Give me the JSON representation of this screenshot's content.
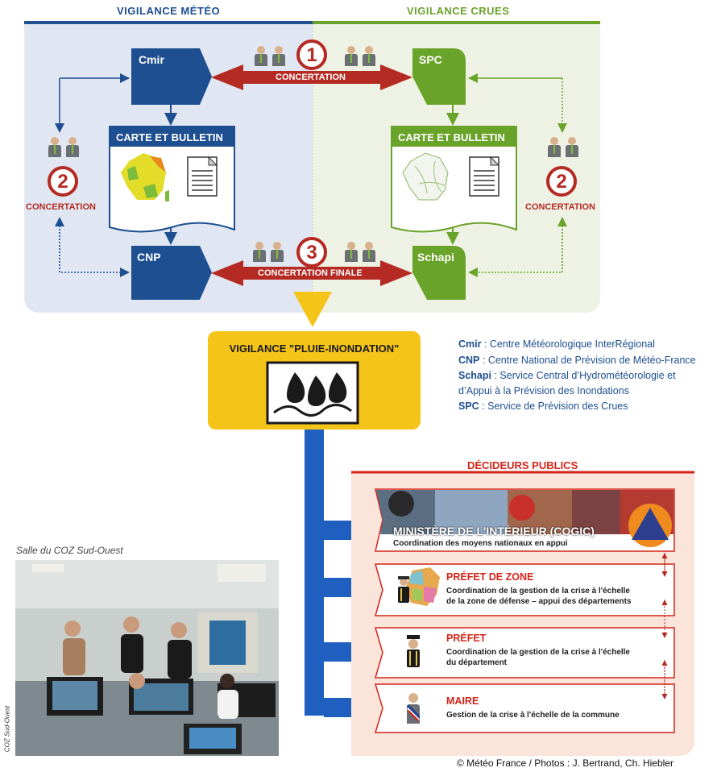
{
  "sections": {
    "meteo_title": "VIGILANCE MÉTÉO",
    "crues_title": "VIGILANCE CRUES"
  },
  "nodes": {
    "cmir": "Cmir",
    "spc": "SPC",
    "cnp": "CNP",
    "schapi": "Schapi"
  },
  "documents": {
    "meteo_card": "CARTE ET BULLETIN",
    "crues_card": "CARTE ET BULLETIN"
  },
  "steps": {
    "step1_number": "1",
    "step1_label": "CONCERTATION",
    "step2_left_number": "2",
    "step2_left_label": "CONCERTATION",
    "step2_right_number": "2",
    "step2_right_label": "CONCERTATION",
    "step3_number": "3",
    "step3_label": "CONCERTATION FINALE"
  },
  "vigilance_box": {
    "title": "VIGILANCE \"PLUIE-INONDATION\""
  },
  "legend": [
    {
      "abbr": "Cmir",
      "sep": " : ",
      "text": "Centre Météorologique InterRégional"
    },
    {
      "abbr": "CNP",
      "sep": " : ",
      "text": "Centre National de Prévision de Météo-France"
    },
    {
      "abbr": "Schapi",
      "sep": " : ",
      "text": "Service Central d’Hydrométéorologie et"
    },
    {
      "abbr": "",
      "sep": "",
      "text": "d’Appui à la Prévision des Inondations"
    },
    {
      "abbr": "SPC",
      "sep": " : ",
      "text": "Service de Prévision des Crues"
    }
  ],
  "decideurs": {
    "title": "DÉCIDEURS PUBLICS",
    "items": [
      {
        "title": "MINISTÈRE DE L'INTÉRIEUR (COGIC)",
        "desc": "Coordination des moyens nationaux en appui"
      },
      {
        "title": "PRÉFET DE ZONE",
        "desc": "Coordination de la gestion de la crise à l'échelle de la zone de défense – appui des départements"
      },
      {
        "title": "PRÉFET",
        "desc": "Coordination de la gestion de la crise à l'échelle du département"
      },
      {
        "title": "MAIRE",
        "desc": "Gestion de la crise à l'échelle de la commune"
      }
    ]
  },
  "photo": {
    "caption": "Salle du COZ Sud-Ouest",
    "credit_vertical": "COZ Sud-Ouest"
  },
  "copyright": "© Météo France / Photos : J. Bertrand, Ch. Hiebler",
  "colors": {
    "meteo_blue": "#1d4f91",
    "crues_green": "#6aa32a",
    "concert_red": "#b52a22",
    "vigilance_yellow": "#f5c419",
    "decideurs_red": "#d42418",
    "arrow_blue": "#1f5fc0"
  }
}
